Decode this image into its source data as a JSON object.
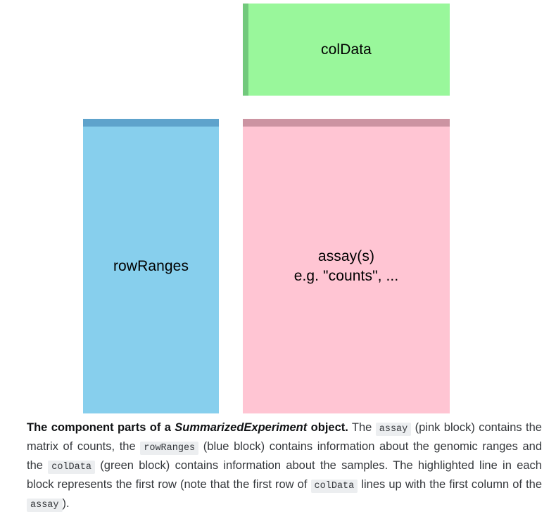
{
  "figure": {
    "blocks": [
      {
        "id": "colData",
        "label": "colData",
        "color": "#99f79b",
        "stripe_color": "#72c97c",
        "stripe_side": "left"
      },
      {
        "id": "rowRanges",
        "label": "rowRanges",
        "color": "#87cfed",
        "stripe_color": "#5ea3cc",
        "stripe_side": "top"
      },
      {
        "id": "assay",
        "label": "assay(s)\ne.g. \"counts\", ...",
        "color": "#ffc5d3",
        "stripe_color": "#cc94a2",
        "stripe_side": "top"
      }
    ]
  },
  "caption": {
    "lead_bold": "The component parts of a",
    "lead_bold_italic": "SummarizedExperiment",
    "lead_bold_end": "object.",
    "s1_a": " The ",
    "code_assay_1": "assay",
    "s1_b": " (pink block) contains the matrix of counts, the ",
    "code_rowranges": "rowRanges",
    "s1_c": " (blue block) contains information about the genomic ranges and the ",
    "code_coldata_1": "colData",
    "s1_d": " (green block) contains information about the samples. The highlighted line in each block represents the first row (note that the first row of ",
    "code_coldata_2": "colData",
    "s1_e": " lines up with the first column of the ",
    "code_assay_2": "assay",
    "s1_f": ")."
  }
}
